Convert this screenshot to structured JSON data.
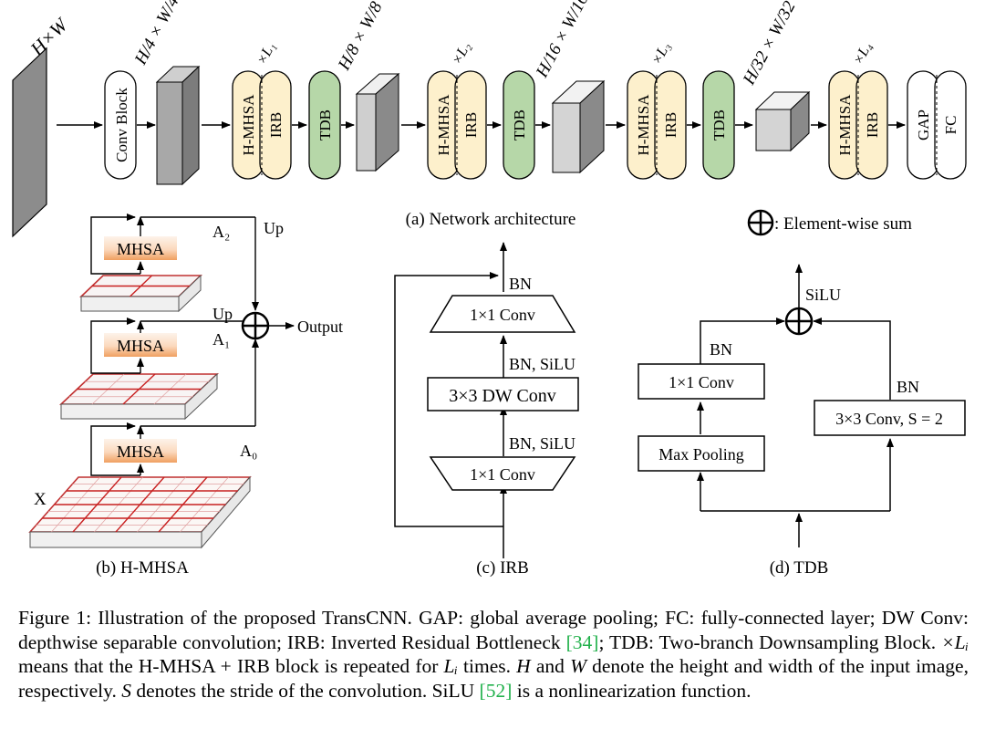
{
  "arch": {
    "input_dim": "H×W",
    "conv_block": "Conv Block",
    "dim_4": "H/4 × W/4",
    "dim_8": "H/8 × W/8",
    "dim_16": "H/16 × W/16",
    "dim_32": "H/32 × W/32",
    "hmhsa": "H-MHSA",
    "irb": "IRB",
    "tdb": "TDB",
    "gap": "GAP",
    "fc": "FC",
    "repeat_1": "×L₁",
    "repeat_2": "×L₂",
    "repeat_3": "×L₃",
    "repeat_4": "×L₄",
    "caption": "(a) Network architecture",
    "legend": ": Element-wise sum"
  },
  "hmhsa": {
    "mhsa": "MHSA",
    "a2": "A₂",
    "a1": "A₁",
    "a0": "A₀",
    "up_1": "Up",
    "up_2": "Up",
    "output": "Output",
    "x": "X",
    "caption": "(b) H-MHSA"
  },
  "irb": {
    "bn_top": "BN",
    "conv_top": "1×1 Conv",
    "bn_silu_1": "BN, SiLU",
    "dw_conv": "3×3 DW Conv",
    "bn_silu_2": "BN, SiLU",
    "conv_bottom": "1×1 Conv",
    "caption": "(c) IRB"
  },
  "tdb": {
    "silu": "SiLU",
    "bn_left": "BN",
    "conv_1x1": "1×1 Conv",
    "max_pool": "Max Pooling",
    "bn_right": "BN",
    "conv_3x3": "3×3 Conv, S = 2",
    "caption": "(d) TDB"
  },
  "caption": {
    "p1": "Figure 1: Illustration of the proposed TransCNN. GAP: global average pooling; FC: fully-connected layer; DW Conv: depthwise separable convolution; IRB: Inverted Residual Bottleneck ",
    "ref1": "[34]",
    "p2": "; TDB: Two-branch Downsampling Block. ",
    "li": "×Lᵢ",
    "p3": " means that the H-MHSA + IRB block is repeated for ",
    "li2": "Lᵢ",
    "p4": " times. ",
    "h": "H",
    "p5": " and ",
    "w": "W",
    "p6": " denote the height and width of the input image, respectively. ",
    "s": "S",
    "p7": " denotes the stride of the convolution. SiLU ",
    "ref2": "[52]",
    "p8": " is a nonlinearization function."
  },
  "colors": {
    "hmhsa_fill": "#fdf0cc",
    "tdb_fill": "#b6d7a8",
    "mhsa_top": "#fbe7d9",
    "mhsa_bottom": "#f0a060",
    "grid_line": "#d02020"
  }
}
